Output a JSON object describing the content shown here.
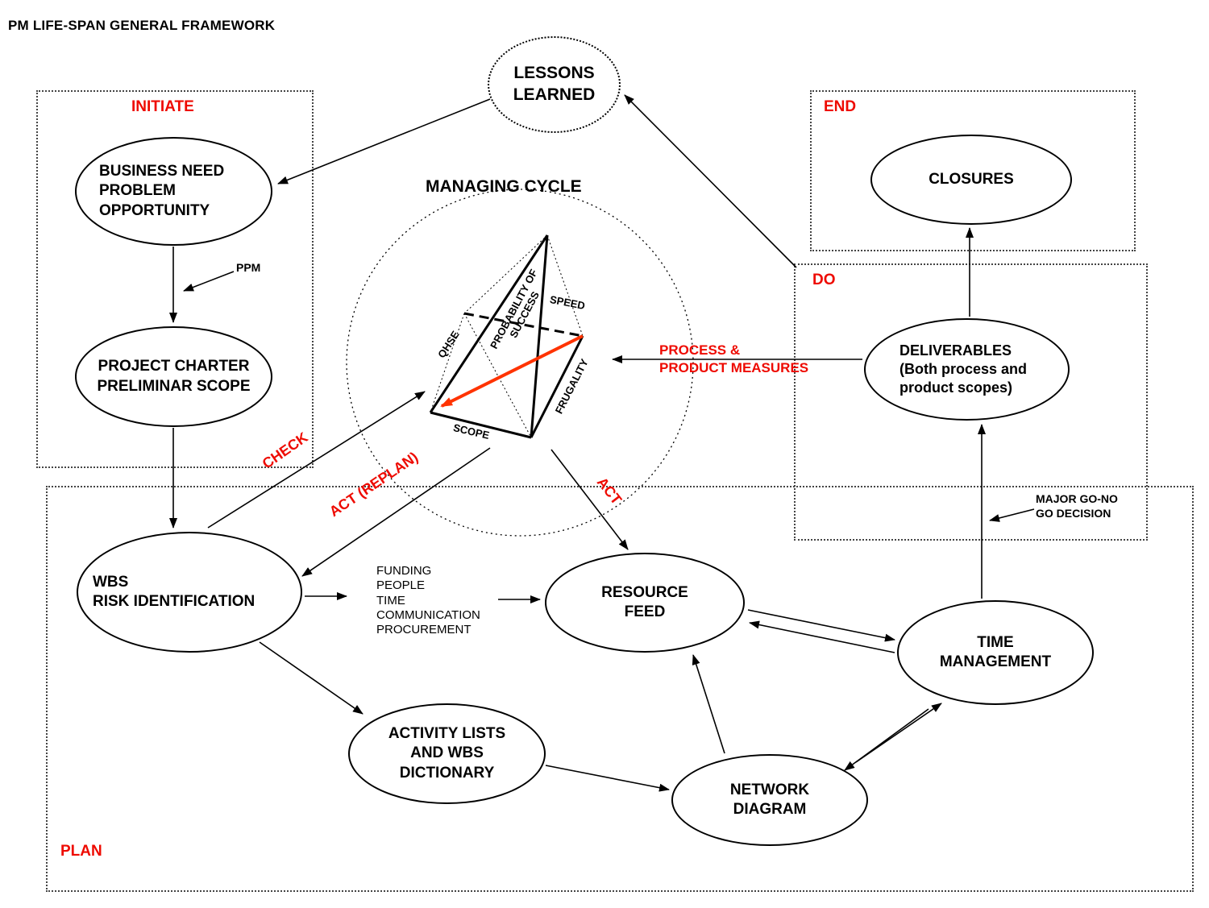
{
  "title": "PM LIFE-SPAN GENERAL FRAMEWORK",
  "colors": {
    "red": "#ee0a00",
    "arrow_red": "#ff3300"
  },
  "regions": {
    "initiate": {
      "label": "INITIATE"
    },
    "end_box": {
      "label": "END"
    },
    "do_box": {
      "label": "DO"
    },
    "plan": {
      "label": "PLAN"
    }
  },
  "nodes": {
    "lessons_learned": {
      "label": "LESSONS\nLEARNED"
    },
    "business_need": {
      "label": "BUSINESS NEED\nPROBLEM\nOPPORTUNITY"
    },
    "project_charter": {
      "label": "PROJECT CHARTER\nPRELIMINAR SCOPE"
    },
    "closures": {
      "label": "CLOSURES"
    },
    "deliverables": {
      "label": "DELIVERABLES\n(Both process and\nproduct scopes)"
    },
    "wbs_risk": {
      "label": "WBS\nRISK IDENTIFICATION"
    },
    "resource_feed": {
      "label": "RESOURCE\nFEED"
    },
    "time_management": {
      "label": "TIME\nMANAGEMENT"
    },
    "network_diagram": {
      "label": "NETWORK\nDIAGRAM"
    },
    "activity_lists": {
      "label": "ACTIVITY LISTS\nAND WBS\nDICTIONARY"
    }
  },
  "cycle": {
    "title": "MANAGING CYCLE",
    "edges": {
      "qhse": "QHSE",
      "probability": "PROBABILITY OF\nSUCCESS",
      "speed": "SPEED",
      "frugality": "FRUGALITY",
      "scope": "SCOPE"
    }
  },
  "annotations": {
    "ppm": "PPM",
    "check": "CHECK",
    "act_replan": "ACT (REPLAN)",
    "act": "ACT",
    "process_measures": "PROCESS &\nPRODUCT MEASURES",
    "major_go_no": "MAJOR GO-NO\nGO DECISION",
    "resource_inputs": "FUNDING\nPEOPLE\nTIME\nCOMMUNICATION\nPROCUREMENT"
  }
}
